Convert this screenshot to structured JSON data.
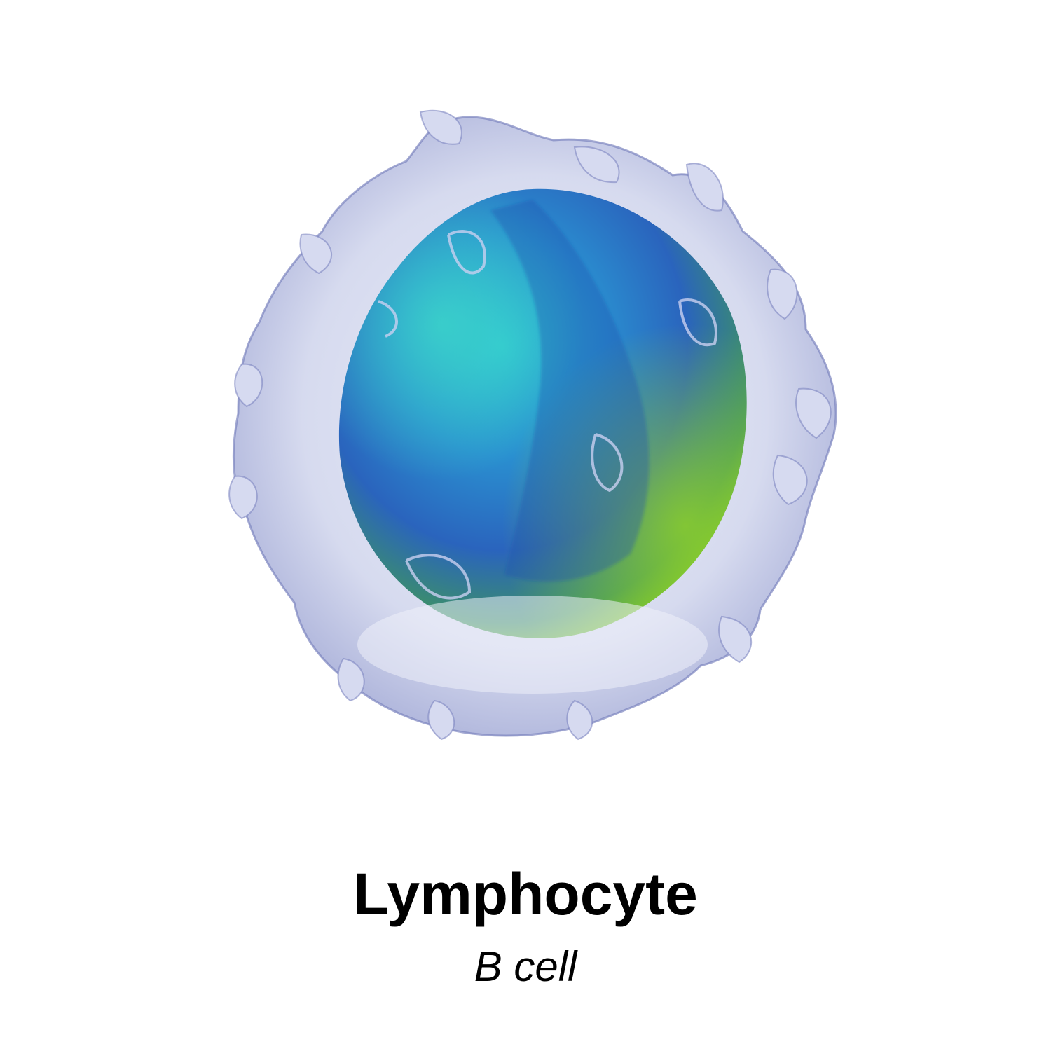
{
  "illustration": {
    "subject": "lymphocyte-cell",
    "colors": {
      "background": "#ffffff",
      "membrane": "#b8bfe0",
      "membrane_edge": "#6f76b4",
      "nucleus_blue": "#2a6fc4",
      "nucleus_cyan": "#27b6c9",
      "nucleus_green": "#6cc22a"
    }
  },
  "caption": {
    "title": "Lymphocyte",
    "subtitle": "B cell"
  }
}
